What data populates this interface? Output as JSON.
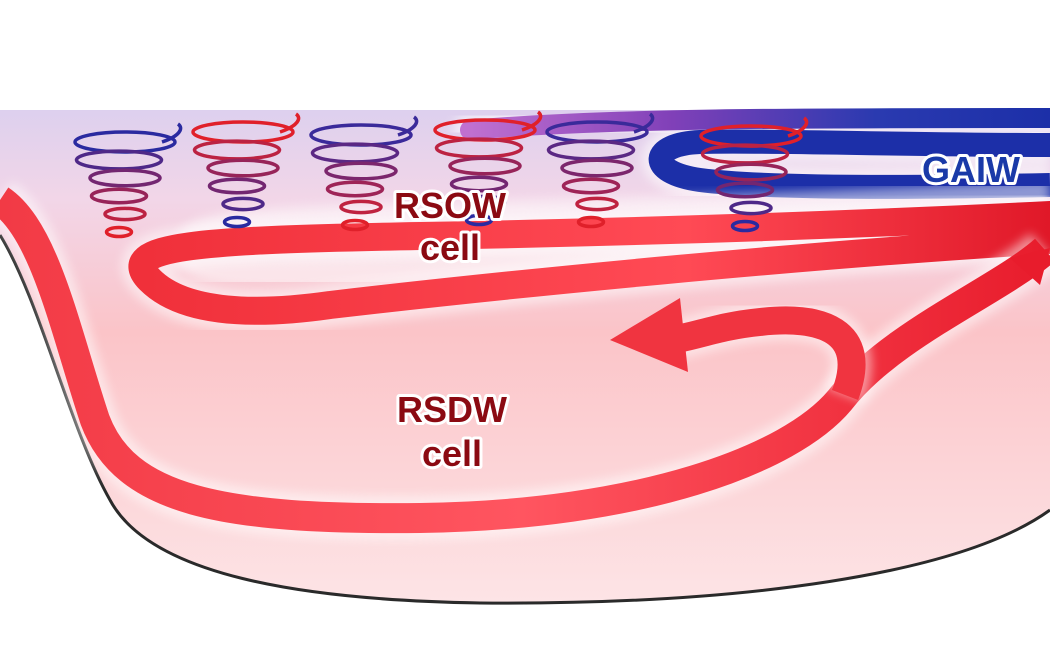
{
  "labels": {
    "rsow_line1": "RSOW",
    "rsow_line2": "cell",
    "rsdw_line1": "RSDW",
    "rsdw_line2": "cell",
    "gaiw": "GAIW"
  },
  "colors": {
    "warm_flow": "#e8202a",
    "cold_flow": "#1c2fa8",
    "mixed_flow": "#8a3a9a",
    "label_dark_red": "#8b0a12",
    "label_blue": "#1a3aa8",
    "basin_outline": "#2a2a2a"
  },
  "eddies": [
    {
      "name": "eddy-1",
      "top_color": "#2a2aa0",
      "bottom_color": "#e0202a"
    },
    {
      "name": "eddy-2",
      "top_color": "#e0202a",
      "bottom_color": "#2a2aa0"
    },
    {
      "name": "eddy-3",
      "top_color": "#3a2a9a",
      "bottom_color": "#e0202a"
    },
    {
      "name": "eddy-4",
      "top_color": "#e0202a",
      "bottom_color": "#2a2aa0"
    },
    {
      "name": "eddy-5",
      "top_color": "#3a2a9a",
      "bottom_color": "#e0202a"
    },
    {
      "name": "eddy-6",
      "top_color": "#e0202a",
      "bottom_color": "#2a2aa0"
    }
  ]
}
